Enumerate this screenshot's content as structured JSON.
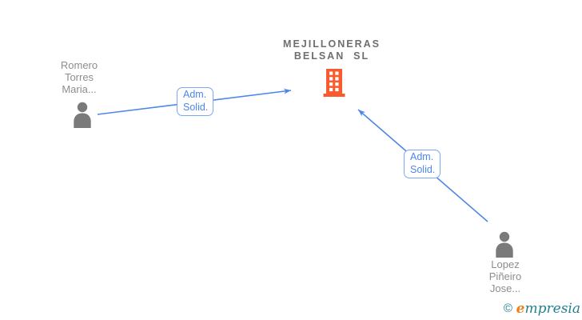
{
  "company": {
    "name": "MEJILLONERAS\nBELSAN  SL"
  },
  "persons": [
    {
      "name": "Romero\nTorres\nMaria..."
    },
    {
      "name": "Lopez\nPiñeiro\nJose..."
    }
  ],
  "edges": [
    {
      "label": "Adm.\nSolid.",
      "from": "Romero Torres Maria...",
      "to": "MEJILLONERAS BELSAN SL"
    },
    {
      "label": "Adm.\nSolid.",
      "from": "Lopez Piñeiro Jose...",
      "to": "MEJILLONERAS BELSAN SL"
    }
  ],
  "watermark": {
    "copyright": "©",
    "brand_initial": "e",
    "brand_rest": "mpresia"
  },
  "colors": {
    "edge_blue": "#4e86e8",
    "edge_label_border": "#79a8f4",
    "person_gray": "#7a7a7a",
    "person_label_gray": "#8d8d8d",
    "company_label_gray": "#6e6e6e",
    "building_orange": "#f85c2e",
    "brand_teal": "#23808f",
    "brand_orange": "#ee7f16"
  }
}
